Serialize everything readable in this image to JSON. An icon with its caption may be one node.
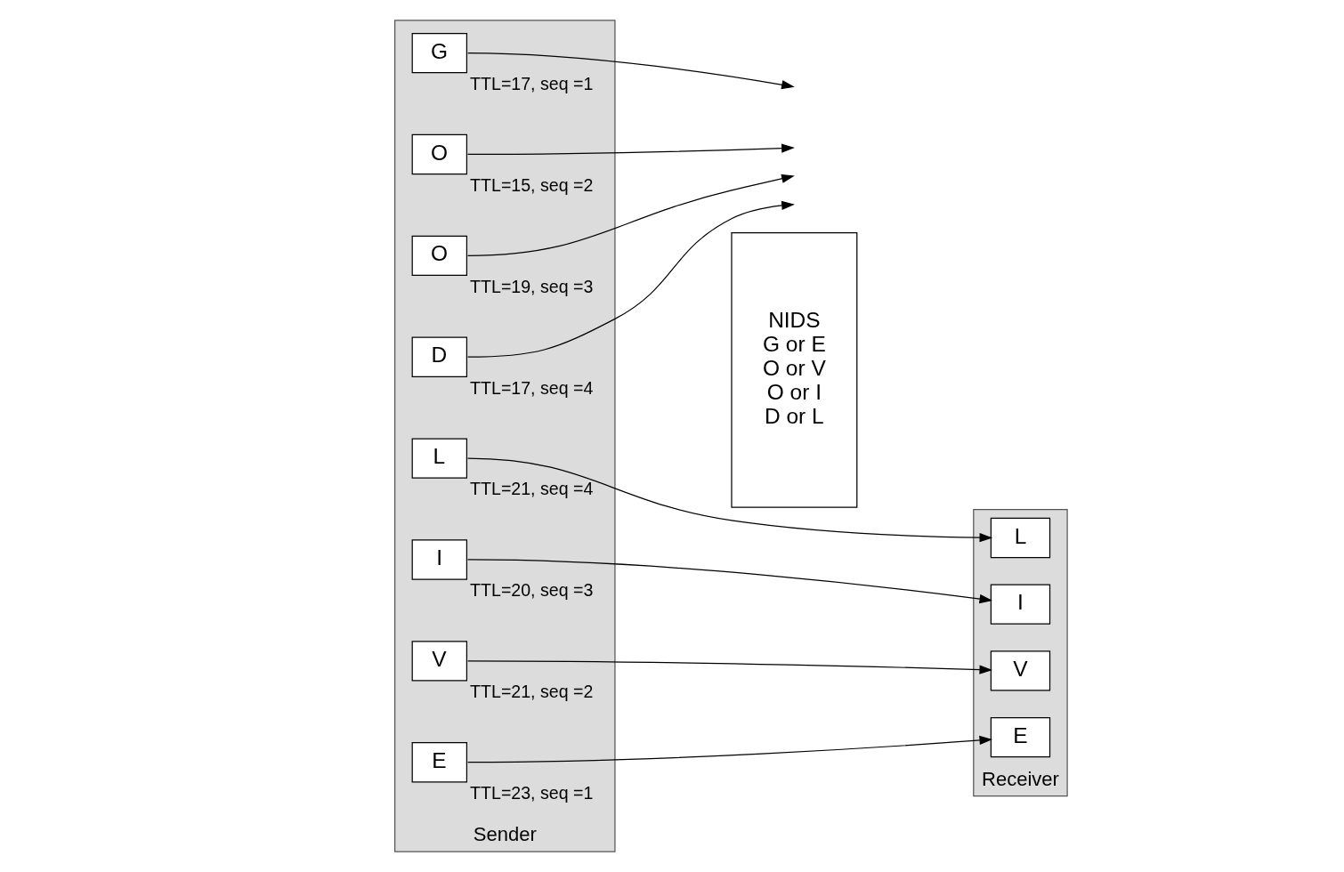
{
  "diagram": {
    "nodes": [
      {
        "text": [
          "Sender"
        ]
      },
      {
        "text": [
          "NIDS",
          "G or E",
          "O or V",
          "O or I",
          "D or L"
        ]
      },
      {
        "text": [
          "Receiver"
        ]
      },
      {
        "text": [
          "G"
        ],
        "in": 0,
        "beside": [
          "TTL=17, seq =1"
        ]
      },
      {
        "text": [
          "E"
        ],
        "in": 0,
        "beside": [
          "TTL=23, seq =1"
        ]
      },
      {
        "text": [
          "V"
        ],
        "in": 0,
        "beside": [
          "TTL=21, seq =2"
        ]
      },
      {
        "text": [
          "O"
        ],
        "in": 0,
        "beside": [
          "TTL=15, seq =2"
        ]
      },
      {
        "text": [
          "O"
        ],
        "in": 0,
        "beside": [
          "TTL=19, seq =3"
        ]
      },
      {
        "text": [
          "I"
        ],
        "in": 0,
        "beside": [
          "TTL=20, seq =3"
        ]
      },
      {
        "text": [
          "L"
        ],
        "in": 0,
        "beside": [
          "TTL=21, seq =4"
        ]
      },
      {
        "text": [
          "D"
        ],
        "in": 0,
        "beside": [
          "TTL=17, seq =4"
        ]
      },
      {
        "text": [
          "E"
        ],
        "in": 2
      },
      {
        "text": [
          "V"
        ],
        "in": 2
      },
      {
        "text": [
          "I"
        ],
        "in": 2
      },
      {
        "text": [
          "L"
        ],
        "in": 2
      }
    ],
    "edges": [
      {
        "from": 3,
        "to": null,
        "arrow": "to"
      },
      {
        "from": 4,
        "to": 11,
        "arrow": "to"
      },
      {
        "from": 5,
        "to": 12,
        "arrow": "to"
      },
      {
        "from": 6,
        "to": null,
        "arrow": "to"
      },
      {
        "from": 7,
        "to": null,
        "arrow": "to"
      },
      {
        "from": 8,
        "to": 13,
        "arrow": "to"
      },
      {
        "from": 9,
        "to": 14,
        "arrow": "to"
      },
      {
        "from": 10,
        "to": null,
        "arrow": "to"
      }
    ]
  }
}
